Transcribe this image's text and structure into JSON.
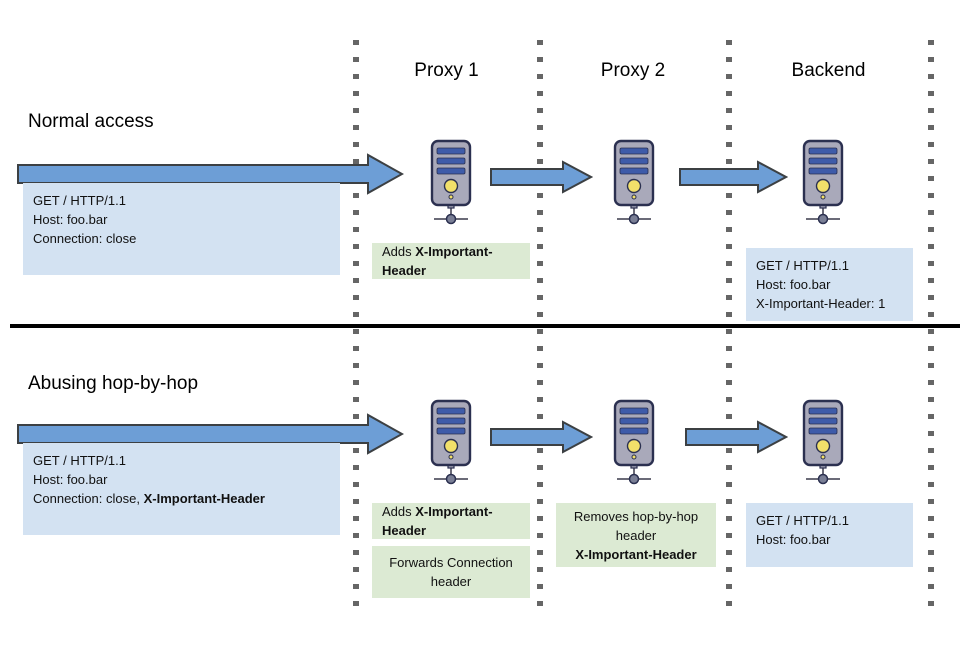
{
  "diagram": {
    "title_top": "Normal access",
    "title_bottom": "Abusing hop-by-hop",
    "columns": [
      {
        "label": "Proxy 1"
      },
      {
        "label": "Proxy 2"
      },
      {
        "label": "Backend"
      }
    ],
    "colors": {
      "arrow_fill": "#6d9ed6",
      "arrow_stroke": "#3c4043",
      "request_box": "#d3e2f2",
      "note_box": "#dcead3",
      "lane_dot": "#666666",
      "divider": "#000000",
      "server_body": "#a9a9ba",
      "server_border": "#2b3050",
      "server_bar": "#3e5ba9",
      "server_led": "#f2e06a"
    },
    "top_row": {
      "client_request": {
        "lines": [
          {
            "text": "GET / HTTP/1.1",
            "bold": ""
          },
          {
            "text": "Host: foo.bar",
            "bold": ""
          },
          {
            "text": "Connection: close",
            "bold": ""
          }
        ]
      },
      "proxy1_notes": [
        {
          "plain": "Adds ",
          "bold": "X-Important-Header"
        }
      ],
      "proxy2_notes": [],
      "backend_request": {
        "lines": [
          {
            "text": "GET / HTTP/1.1"
          },
          {
            "text": "Host: foo.bar"
          },
          {
            "text": "X-Important-Header: 1"
          }
        ]
      },
      "servers": [
        "Proxy 1 server",
        "Proxy 2 server",
        "Backend server"
      ]
    },
    "bottom_row": {
      "client_request": {
        "lines": [
          {
            "text": "GET / HTTP/1.1",
            "bold": ""
          },
          {
            "text": "Host: foo.bar",
            "bold": ""
          },
          {
            "text": "Connection: close, ",
            "bold": "X-Important-Header"
          }
        ]
      },
      "proxy1_notes": [
        {
          "plain": "Adds ",
          "bold": "X-Important-Header"
        },
        {
          "plain": "Forwards Connection header",
          "bold": ""
        }
      ],
      "proxy2_notes": [
        {
          "plain": "Removes hop-by-hop header",
          "bold": "X-Important-Header"
        }
      ],
      "backend_request": {
        "lines": [
          {
            "text": "GET / HTTP/1.1"
          },
          {
            "text": "Host: foo.bar"
          }
        ]
      },
      "servers": [
        "Proxy 1 server",
        "Proxy 2 server",
        "Backend server"
      ]
    }
  }
}
